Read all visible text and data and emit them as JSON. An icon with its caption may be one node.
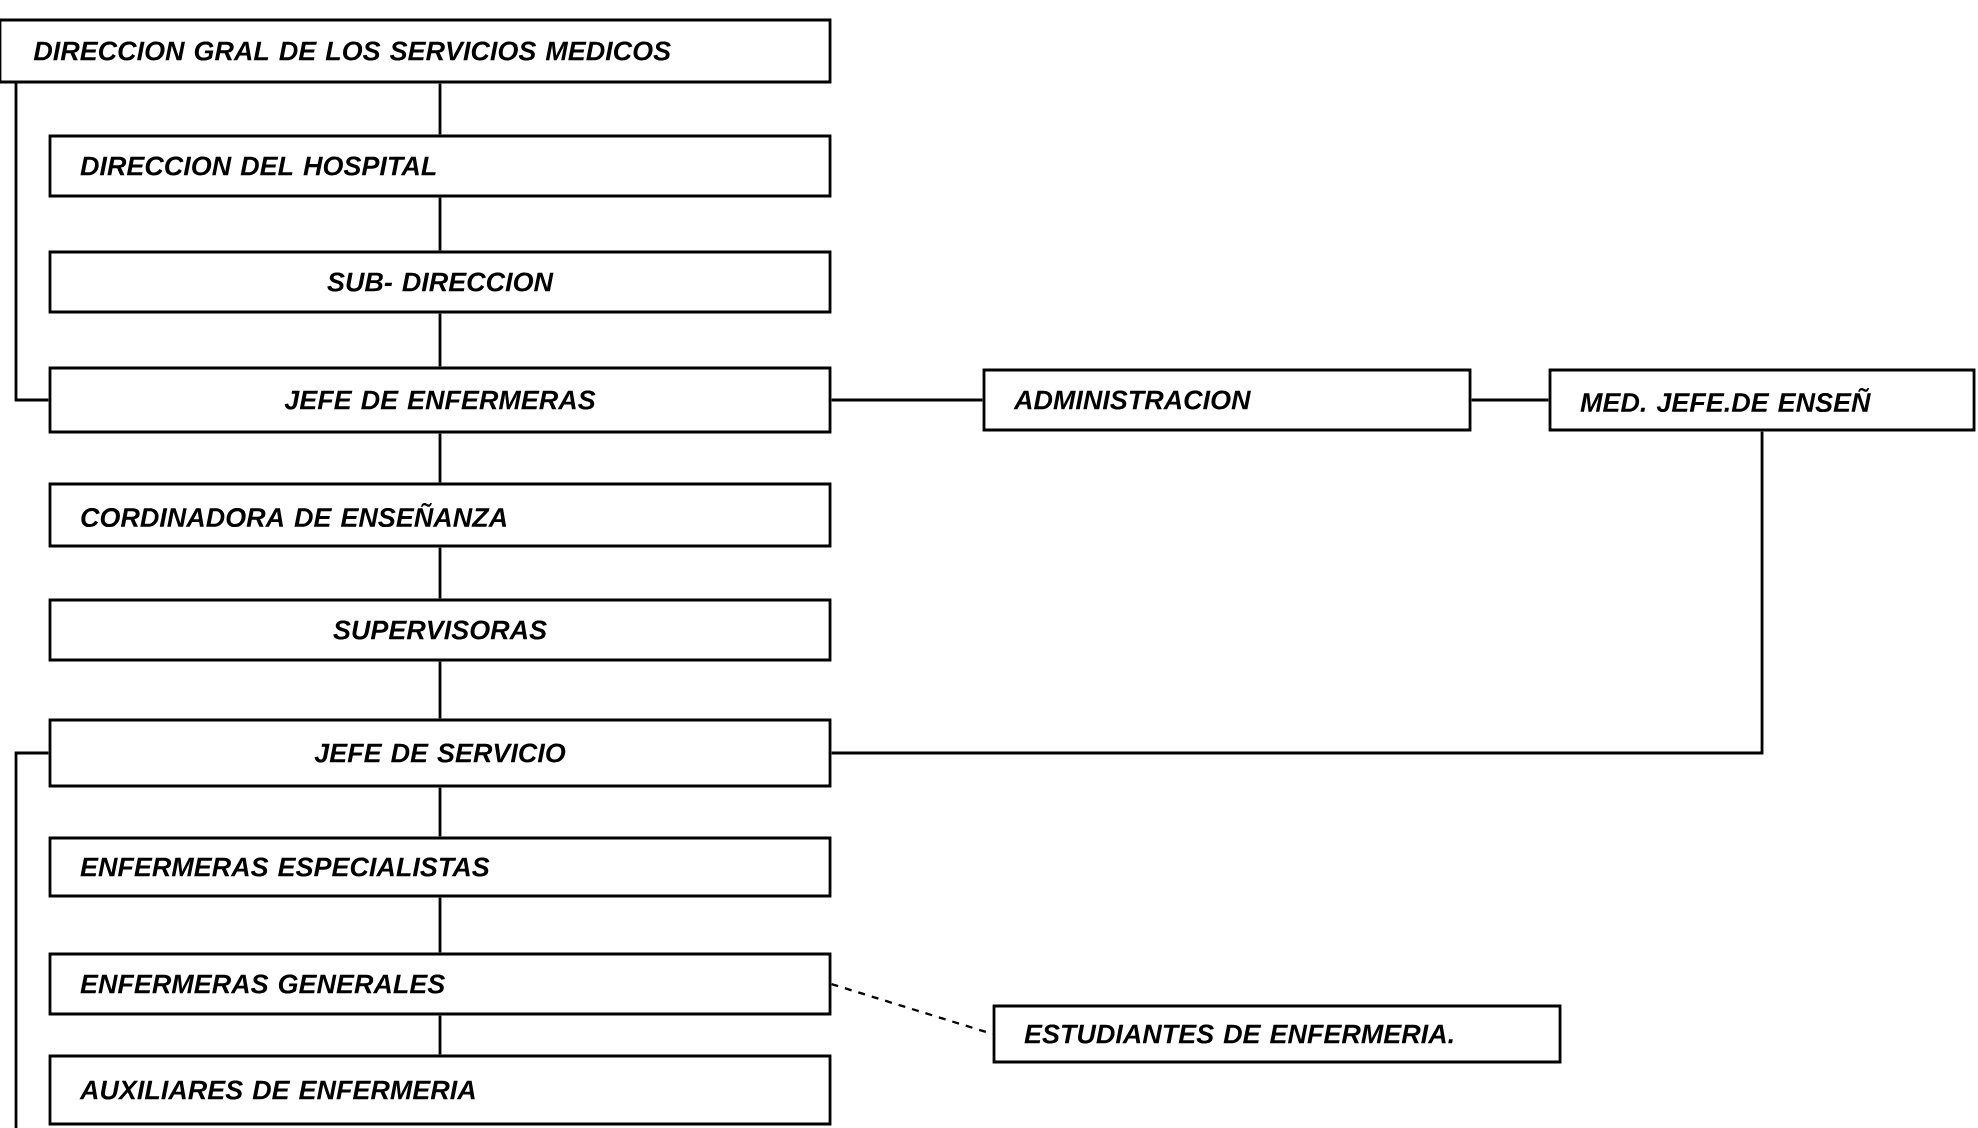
{
  "diagram": {
    "nodes": [
      {
        "text": [
          "DIRECCION GRAL DE LOS SERVICIOS MEDICOS"
        ]
      },
      {
        "text": [
          "DIRECCION DEL HOSPITAL"
        ]
      },
      {
        "text": [
          "SUB- DIRECCION"
        ]
      },
      {
        "text": [
          "JEFE DE ENFERMERAS"
        ]
      },
      {
        "text": [
          "ADMINISTRACION"
        ]
      },
      {
        "text": [
          "MED. JEFE.DE ENSEÑ"
        ]
      },
      {
        "text": [
          "CORDINADORA DE ENSEÑANZA"
        ]
      },
      {
        "text": [
          "SUPERVISORAS"
        ]
      },
      {
        "text": [
          "JEFE DE SERVICIO"
        ]
      },
      {
        "text": [
          "ENFERMERAS ESPECIALISTAS"
        ]
      },
      {
        "text": [
          "ENFERMERAS GENERALES"
        ]
      },
      {
        "text": [
          "ESTUDIANTES DE ENFERMERIA."
        ]
      },
      {
        "text": [
          "AUXILIARES DE ENFERMERIA"
        ]
      }
    ],
    "edges": [
      {
        "from": 0,
        "to": 1,
        "arrow": "none"
      },
      {
        "from": 1,
        "to": 2,
        "arrow": "none"
      },
      {
        "from": 2,
        "to": 3,
        "arrow": "none"
      },
      {
        "from": 3,
        "to": 6,
        "arrow": "none"
      },
      {
        "from": 6,
        "to": 7,
        "arrow": "none"
      },
      {
        "from": 7,
        "to": 8,
        "arrow": "none"
      },
      {
        "from": 8,
        "to": 9,
        "arrow": "none"
      },
      {
        "from": 9,
        "to": 10,
        "arrow": "none"
      },
      {
        "from": 10,
        "to": 12,
        "arrow": "none"
      },
      {
        "from": 3,
        "to": 4,
        "arrow": "none"
      },
      {
        "from": 4,
        "to": 5,
        "arrow": "none"
      },
      {
        "from": 5,
        "to": 8,
        "arrow": "none"
      },
      {
        "from": 10,
        "to": 11,
        "arrow": "none",
        "style": "dashed"
      },
      {
        "from": 0,
        "to": 3,
        "arrow": "none"
      },
      {
        "from": null,
        "to": 8,
        "arrow": "none"
      }
    ]
  }
}
